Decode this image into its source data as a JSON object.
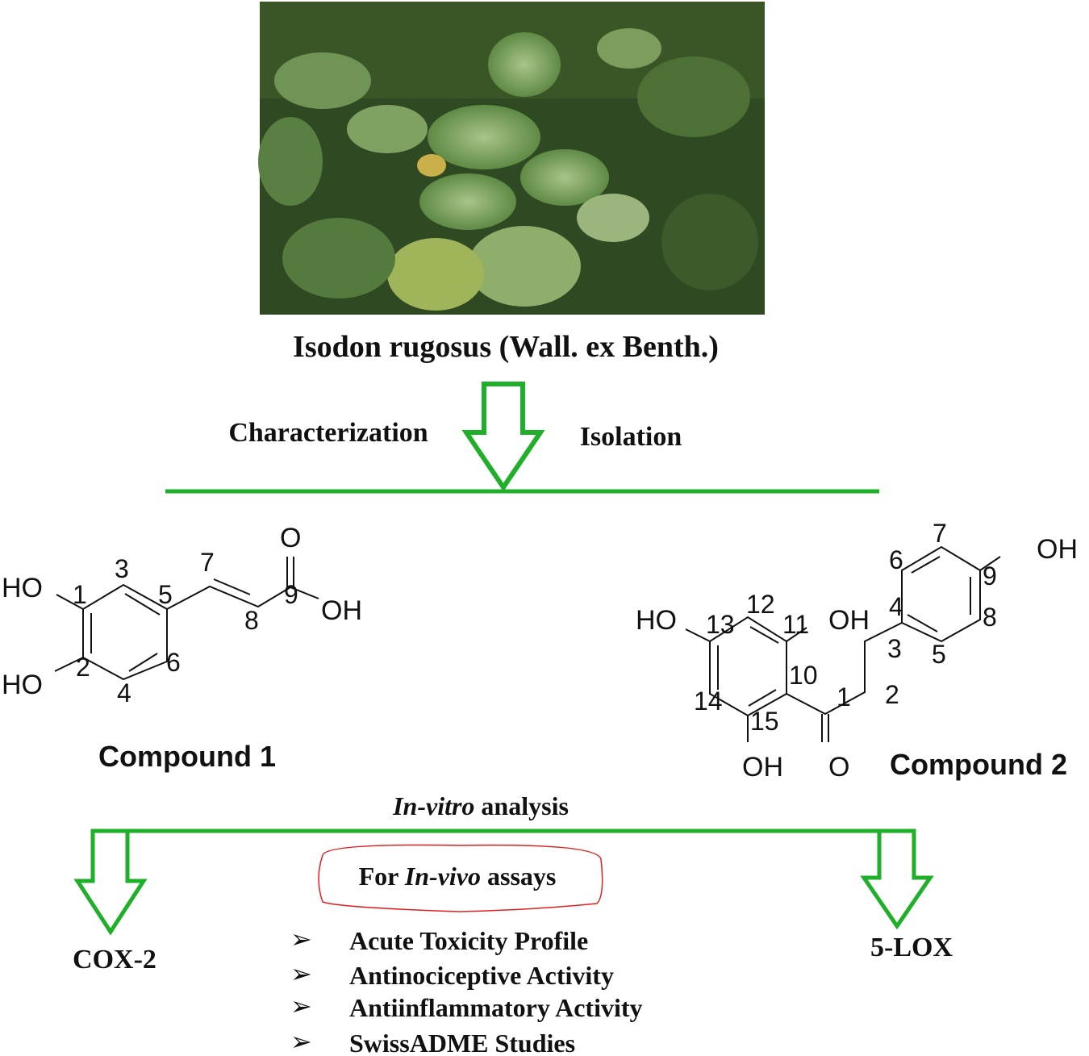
{
  "plant": {
    "name": "Isodon rugosus (Wall. ex Benth.)"
  },
  "process": {
    "left_label": "Characterization",
    "right_label": "Isolation"
  },
  "compound1": {
    "title": "Compound 1",
    "atoms": [
      "HO",
      "HO",
      "1",
      "2",
      "3",
      "4",
      "5",
      "6",
      "7",
      "8",
      "9",
      "O",
      "OH"
    ]
  },
  "compound2": {
    "title": "Compound 2",
    "atoms": [
      "HO",
      "OH",
      "OH",
      "O",
      "OH",
      "1",
      "2",
      "3",
      "4",
      "5",
      "6",
      "7",
      "8",
      "9",
      "10",
      "11",
      "12",
      "13",
      "14",
      "15"
    ]
  },
  "analysis": {
    "label_italic": "In-vitro",
    "label_rest": " analysis"
  },
  "targets": {
    "left": "COX-2",
    "right": "5-LOX"
  },
  "invivo": {
    "title_prefix": "For ",
    "title_italic": "In-vivo",
    "title_suffix": " assays",
    "bullet": "➢",
    "items": [
      "Acute Toxicity Profile",
      "Antinociceptive Activity",
      "Antiinflammatory Activity",
      "SwissADME Studies"
    ]
  },
  "colors": {
    "arrow": "#1fb02a",
    "oval": "#e02020"
  }
}
